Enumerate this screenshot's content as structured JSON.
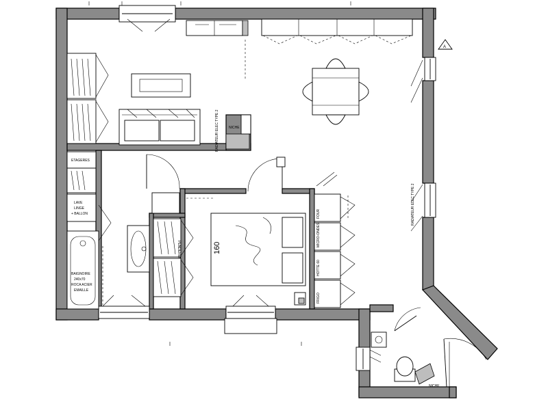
{
  "labels": {
    "niche_living": "NICHE",
    "radiator_living": "RADIATEUR ELEC TYPE 2",
    "etageres": "ETAGERES",
    "lave_linge": "LAVE",
    "lave_linge_2": "LINGE",
    "lave_linge_3": "+ BALLON",
    "baignoire_1": "BAIGNOIRE",
    "baignoire_2": "240x70",
    "baignoire_3": "ROCA ACIER",
    "baignoire_4": "EMAILLE",
    "penderie": "PENDERIE",
    "bed_size": "160",
    "four": "FOUR",
    "frigo": "FRIGO",
    "hotte": "HOTTE 60",
    "micro_ondes": "MICRO-ONDES",
    "radiator_right": "RADIATEUR ELEC TYPE 2",
    "niche_wc": "NICHE",
    "north_mark": "A"
  }
}
